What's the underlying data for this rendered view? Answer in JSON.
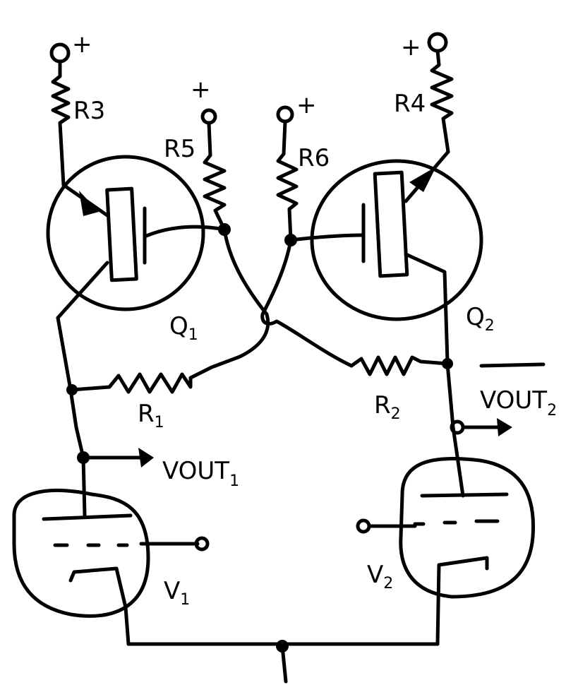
{
  "labels": {
    "plus": "+",
    "R1": "R",
    "R1_sub": "1",
    "R2": "R",
    "R2_sub": "2",
    "R3": "R3",
    "R4": "R4",
    "R5": "R5",
    "R6": "R6",
    "Q1": "Q",
    "Q1_sub": "1",
    "Q2": "Q",
    "Q2_sub": "2",
    "V1": "V",
    "V1_sub": "1",
    "V2": "V",
    "V2_sub": "2",
    "vout1": "VOUT",
    "vout1_sub": "1",
    "vout2": "VOUT",
    "vout2_sub": "2"
  }
}
